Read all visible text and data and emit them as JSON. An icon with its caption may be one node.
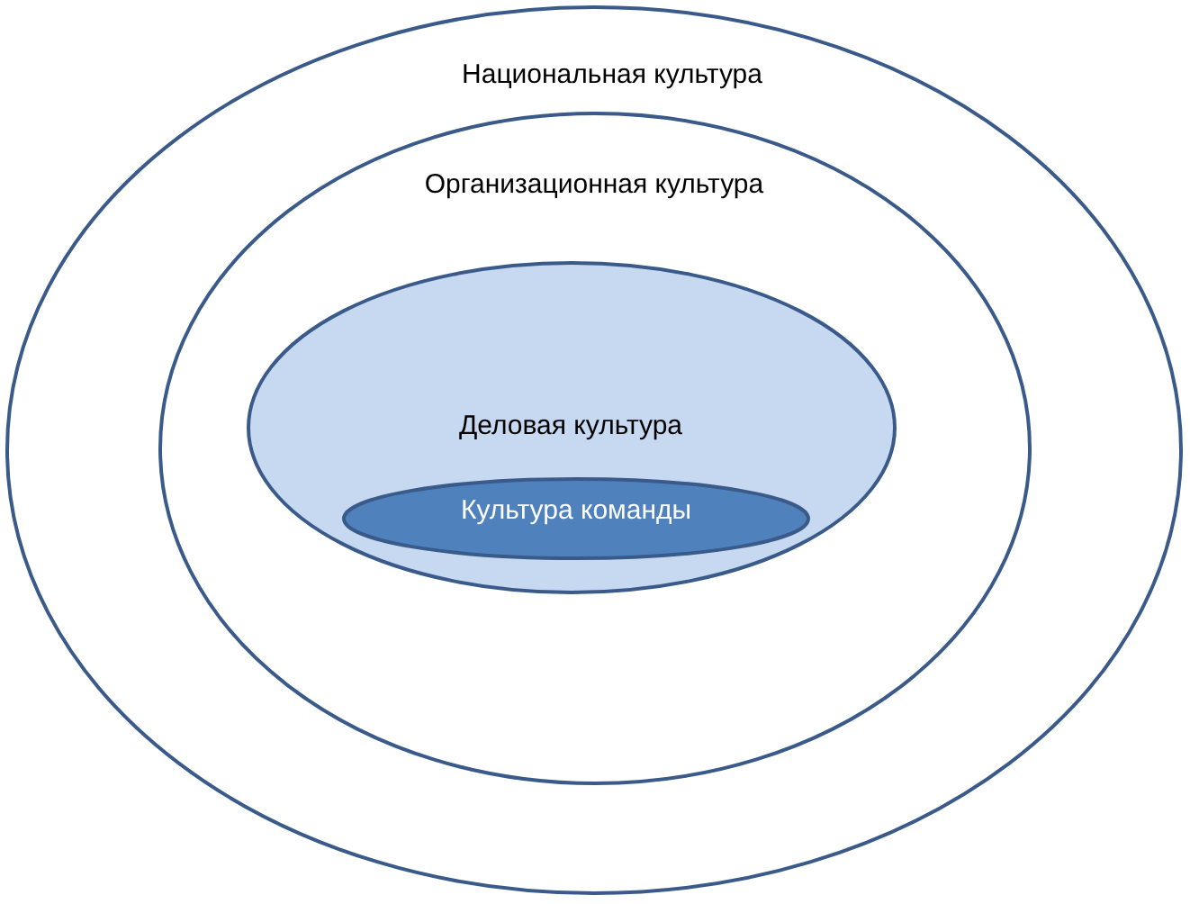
{
  "diagram": {
    "nodes": [
      {
        "text": [
          "Национальная культура"
        ]
      },
      {
        "text": [
          "Организационная культура"
        ],
        "in": 0
      },
      {
        "text": [
          "Деловая культура"
        ],
        "in": 1
      },
      {
        "text": [
          "Культура команды"
        ],
        "in": 2
      }
    ]
  }
}
